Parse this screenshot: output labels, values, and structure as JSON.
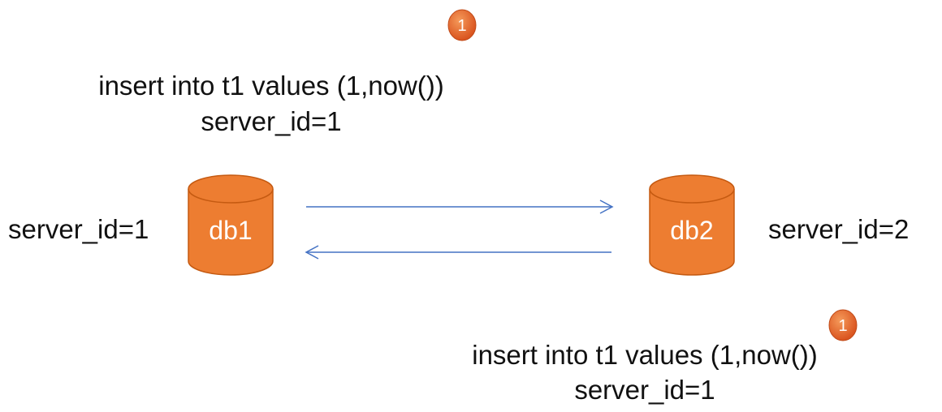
{
  "colors": {
    "cylinder_fill": "#ED7D31",
    "cylinder_stroke": "#C55A11",
    "arrow": "#4472C4",
    "badge": "#E8622A"
  },
  "top_event": {
    "badge": "1",
    "statement": "insert into t1 values (1,now())",
    "server_id": "server_id=1"
  },
  "db1": {
    "label": "db1",
    "server_id": "server_id=1"
  },
  "db2": {
    "label": "db2",
    "server_id": "server_id=2"
  },
  "bottom_event": {
    "badge": "1",
    "statement": "insert into t1 values (1,now())",
    "server_id": "server_id=1"
  },
  "arrows": [
    {
      "from": "db1",
      "to": "db2"
    },
    {
      "from": "db2",
      "to": "db1"
    }
  ]
}
